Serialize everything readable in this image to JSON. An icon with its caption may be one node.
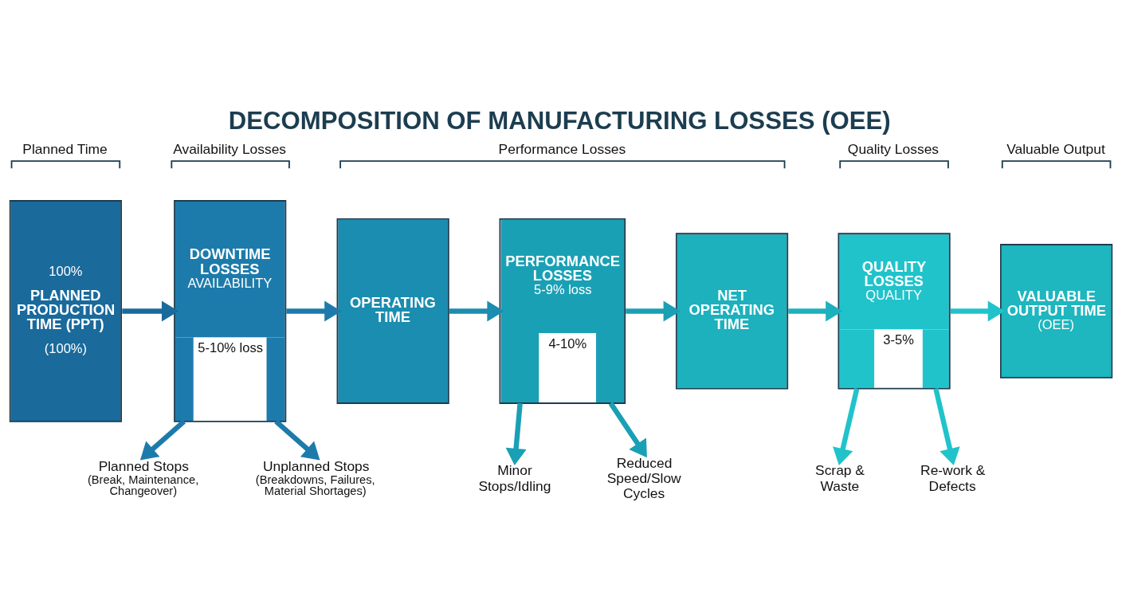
{
  "diagram": {
    "title": "DECOMPOSITION OF MANUFACTURING LOSSES (OEE)",
    "nodes": [
      {
        "text": [
          "100%",
          "PLANNED PRODUCTION TIME (PPT)",
          "(100%)"
        ]
      },
      {
        "text": [
          "DOWNTIME LOSSES",
          "AVAILABILITY",
          "5-10% loss"
        ]
      },
      {
        "text": [
          "OPERATING TIME"
        ]
      },
      {
        "text": [
          "PERFORMANCE LOSSES",
          "5-9% loss",
          "4-10%"
        ]
      },
      {
        "text": [
          "NET OPERATING TIME"
        ]
      },
      {
        "text": [
          "QUALITY LOSSES",
          "QUALITY",
          "3-5%"
        ]
      },
      {
        "text": [
          "VALUABLE OUTPUT TIME",
          "(OEE)"
        ]
      },
      {
        "text": [
          "Planned Stops",
          "(Break, Maintenance, Changeover)"
        ]
      },
      {
        "text": [
          "Unplanned Stops",
          "(Breakdowns, Failures, Material Shortages)"
        ]
      },
      {
        "text": [
          "Minor Stops/Idling"
        ]
      },
      {
        "text": [
          "Reduced Speed/Slow Cycles"
        ]
      },
      {
        "text": [
          "Scrap & Waste"
        ]
      },
      {
        "text": [
          "Re-work & Defects"
        ]
      }
    ],
    "edges": [
      {
        "from": 0,
        "to": 1,
        "arrow": "to"
      },
      {
        "from": 1,
        "to": 2,
        "arrow": "to"
      },
      {
        "from": 2,
        "to": 3,
        "arrow": "to"
      },
      {
        "from": 3,
        "to": 4,
        "arrow": "to"
      },
      {
        "from": 4,
        "to": 5,
        "arrow": "to"
      },
      {
        "from": 5,
        "to": 6,
        "arrow": "to"
      },
      {
        "from": 1,
        "to": 7,
        "arrow": "to"
      },
      {
        "from": 1,
        "to": 8,
        "arrow": "to"
      },
      {
        "from": 3,
        "to": 9,
        "arrow": "to"
      },
      {
        "from": 3,
        "to": 10,
        "arrow": "to"
      },
      {
        "from": 5,
        "to": 11,
        "arrow": "to"
      },
      {
        "from": 5,
        "to": 12,
        "arrow": "to"
      }
    ],
    "labels": [
      "Planned Time",
      "Availability Losses",
      "Performance Losses",
      "Quality Losses",
      "Valuable Output"
    ]
  }
}
